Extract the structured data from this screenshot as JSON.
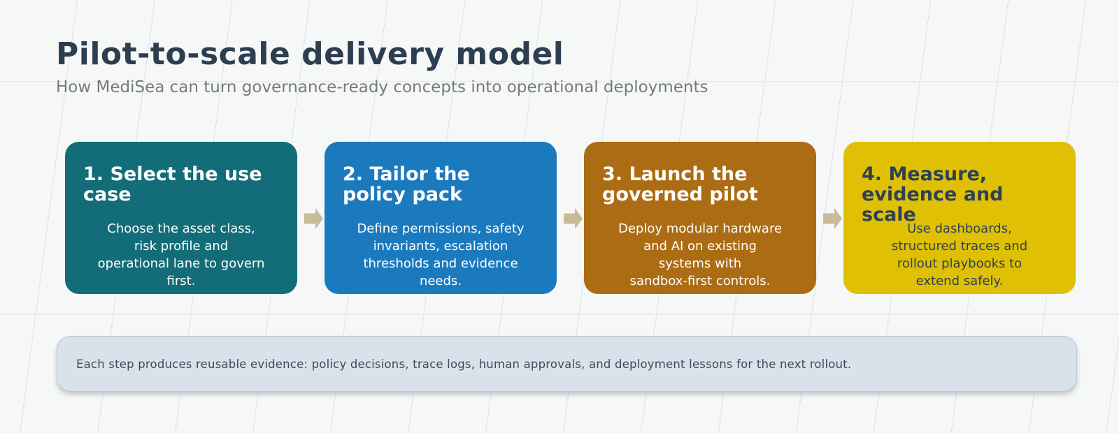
{
  "page": {
    "title": "Pilot-to-scale delivery model",
    "subtitle": "How MediSea can turn governance-ready concepts into operational deployments",
    "background_color": "#f6f8f8",
    "grid_line_color": "#dde3ee",
    "title_color": "#2d3e50",
    "subtitle_color": "#76797d"
  },
  "steps": [
    {
      "title": "1. Select the use\ncase",
      "body": "Choose the asset class,\nrisk profile and\noperational lane to govern\nfirst.",
      "color": "#126d79",
      "text_color": "#ffffff"
    },
    {
      "title": "2. Tailor the\npolicy pack",
      "body": "Define permissions, safety\ninvariants, escalation\nthresholds and evidence\nneeds.",
      "color": "#1b7abe",
      "text_color": "#ffffff"
    },
    {
      "title": "3. Launch the\ngoverned pilot",
      "body": "Deploy modular hardware\nand AI on existing\nsystems with\nsandbox-first controls.",
      "color": "#ac6c14",
      "text_color": "#ffffff"
    },
    {
      "title": "4. Measure,\nevidence and\nscale",
      "body": "Use dashboards,\nstructured traces and\nrollout playbooks to\nextend safely.",
      "color": "#dfc004",
      "text_color": "#2e4154"
    }
  ],
  "arrow": {
    "name": "right-arrow",
    "color": "#c8bb96"
  },
  "note": {
    "text": "Each step produces reusable evidence: policy decisions, trace logs, human approvals, and deployment lessons for the next rollout.",
    "background_color": "#d9e2ea",
    "border_color": "#bcc8d4",
    "text_color": "#3b4b5b"
  }
}
